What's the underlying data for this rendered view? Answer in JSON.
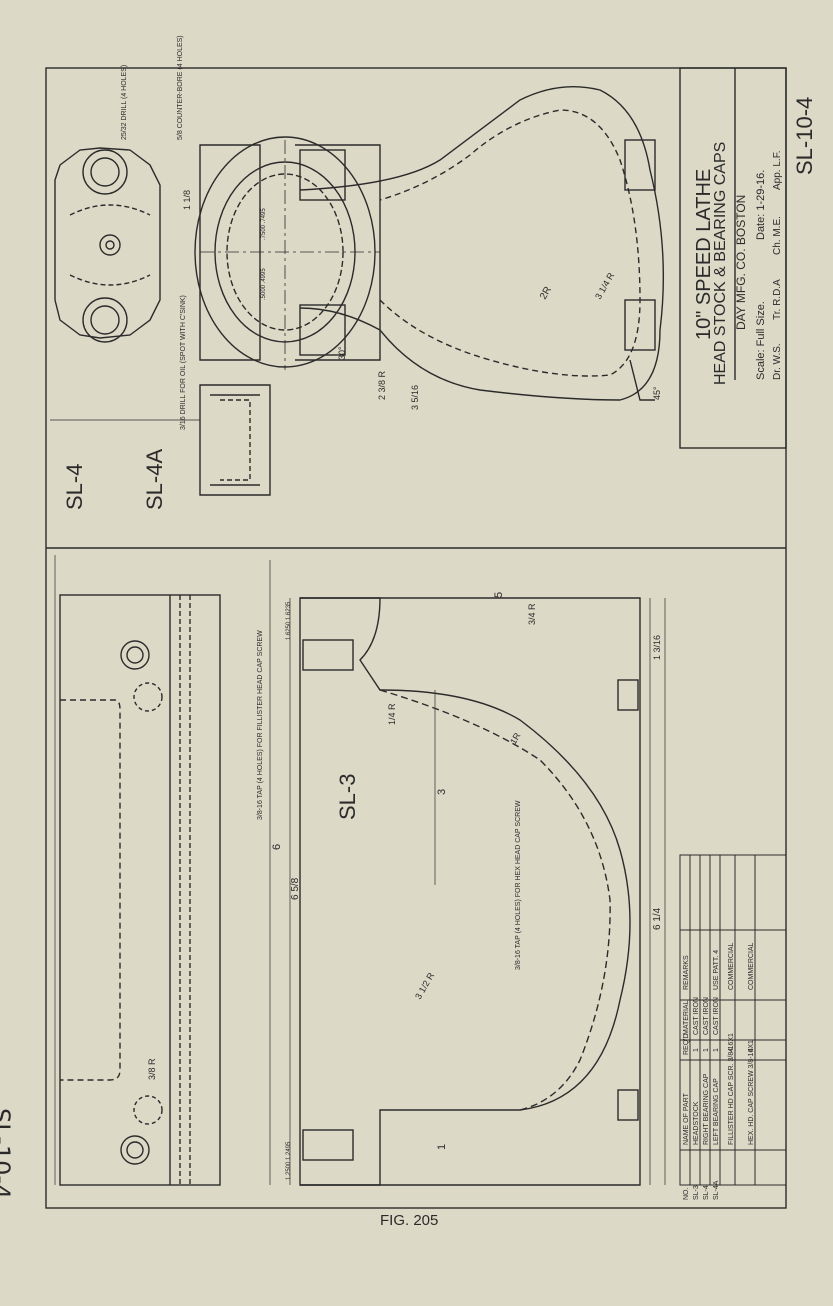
{
  "sheet": {
    "id": "SL-10-4",
    "figure_caption": "FIG. 205"
  },
  "title_block": {
    "line1": "10\" SPEED LATHE",
    "line2": "HEAD STOCK & BEARING CAPS",
    "company": "DAY MFG. CO. BOSTON",
    "scale": "Scale: Full Size.",
    "date": "Date: 1-29-16.",
    "drawn": "Dr. W.S.",
    "traced": "Tr. R.D.A",
    "checked": "Ch. M.E.",
    "approved": "App. L.F."
  },
  "views": {
    "sl4": "SL-4",
    "sl4a": "SL-4A",
    "sl3": "SL-3"
  },
  "notes": {
    "drill_holes": "25/32 DRILL (4 HOLES)",
    "counterbore": "5/8 COUNTER-BORE (4 HOLES)",
    "oil_drill": "3/16 DRILL FOR OIL (SPOT WITH C'SINK)",
    "fillister_tap": "3/8-16 TAP (4 HOLES) FOR FILLISTER HEAD CAP SCREW",
    "hex_tap": "3/8-16 TAP (4 HOLES) FOR HEX HEAD CAP SCREW"
  },
  "bom": {
    "headers": [
      "NO.",
      "NAME OF PART",
      "REQ'D",
      "MATERIAL",
      "REMARKS"
    ],
    "rows": [
      [
        "SL-3",
        "HEADSTOCK",
        "1",
        "CAST IRON",
        ""
      ],
      [
        "SL-4",
        "RIGHT BEARING CAP",
        "1",
        "CAST IRON",
        ""
      ],
      [
        "SL-4A",
        "LEFT BEARING CAP",
        "1",
        "CAST IRON",
        "USE PATT. 4"
      ],
      [
        "",
        "FILLISTER HD CAP SCR. 3/8-16X1",
        "4",
        "",
        "COMMERCIAL"
      ],
      [
        "",
        "HEX. HD. CAP SCREW 3/8-16X1",
        "4",
        "",
        "COMMERCIAL"
      ]
    ]
  },
  "dimensions": {
    "d_6": "6",
    "d_5": "5",
    "d_3": "3",
    "d_1": "1",
    "d_6_5_8": "6 5/8",
    "d_6_1_4": "6 1/4",
    "d_1_1_8": "1 1/8",
    "d_3_5_16": "3 5/16",
    "d_1_3_16": "1 3/16",
    "r_1": "1R",
    "r_2": "2R",
    "r_3_1_2": "3 1/2 R",
    "r_3_1_4": "3 1/4 R",
    "r_2_3_8": "2 3/8 R",
    "r_1_4": "1/4 R",
    "r_3_4": "3/4 R",
    "r_3_8": "3/8 R",
    "bore_right": ".7500 .7495",
    "bore_left": ".5000 .4995",
    "bolt_a": "1.2500 1.2495",
    "bolt_b": "1.6250 1.6235",
    "angle_30": "30°",
    "angle_45": "45°"
  },
  "colors": {
    "paper": "#ddd9c7",
    "ink": "#2b2b2b",
    "faint": "#8a8677"
  }
}
